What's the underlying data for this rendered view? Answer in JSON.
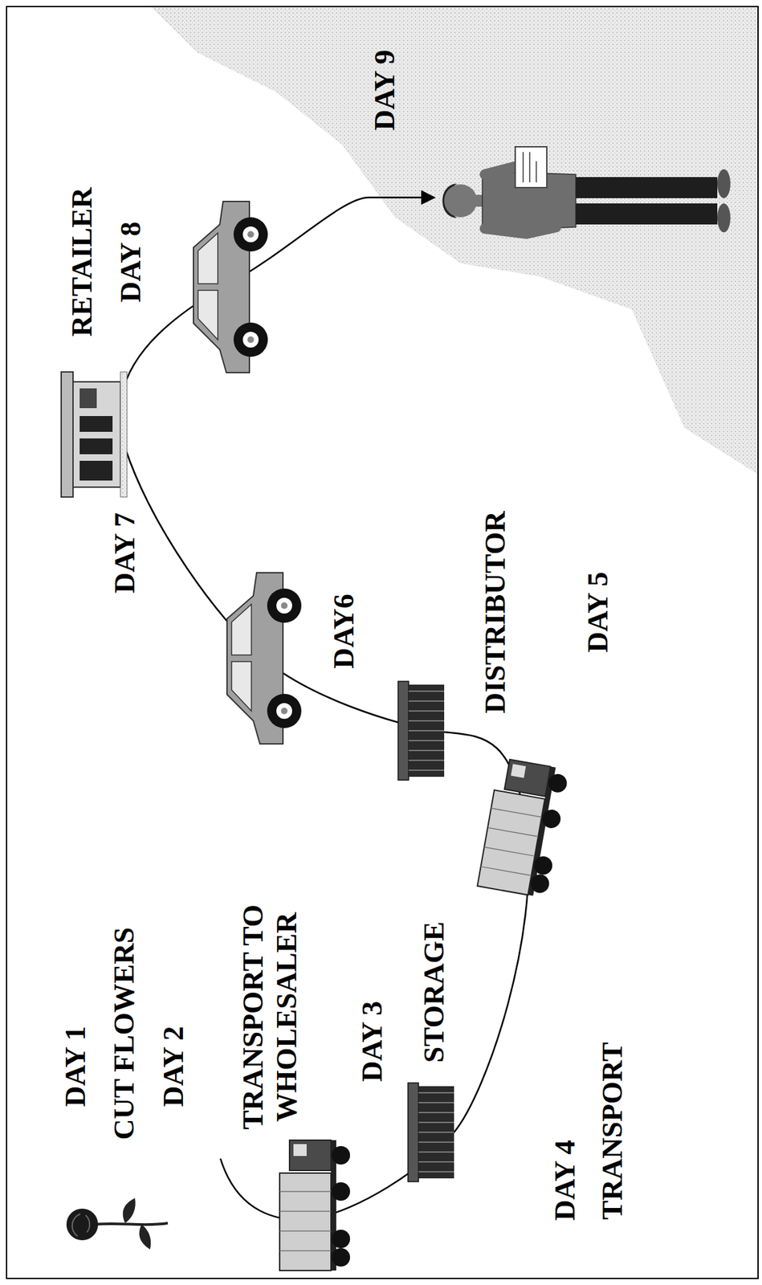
{
  "diagram": {
    "labels": [
      "DAY 1",
      "CUT FLOWERS",
      "DAY 2",
      "TRANSPORT TO WHOLESALER",
      "DAY 3",
      "STORAGE",
      "DAY 4",
      "TRANSPORT",
      "DISTRIBUTOR",
      "DAY 5",
      "DAY6",
      "DAY 7",
      "RETAILER",
      "DAY 8",
      "DAY 9"
    ]
  }
}
